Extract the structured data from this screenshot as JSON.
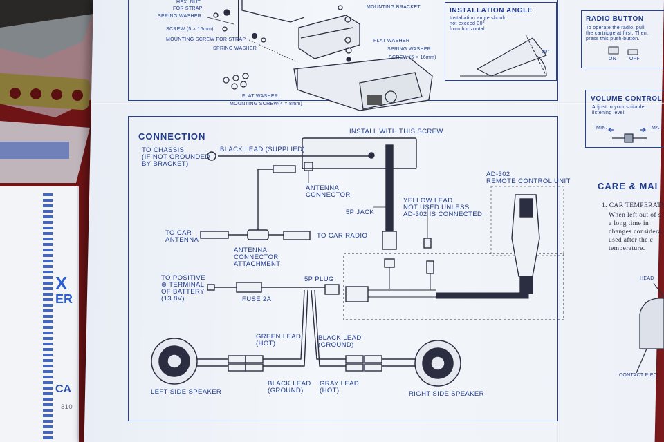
{
  "top_diagram": {
    "hex_nut": "HEX. NUT",
    "for_strap": "FOR STRAP",
    "spring_washer_1": "SPRING WASHER",
    "screw_5x16": "SCREW (5 × 16mm)",
    "mounting_screw_strap": "MOUNTING SCREW FOR STRAP",
    "spring_washer_2": "SPRING WASHER",
    "mounting_bracket": "MOUNTING BRACKET",
    "flat_washer_1": "FLAT WASHER",
    "spring_washer_3": "SPRING WASHER",
    "screw_5x16_2": "SCREW (5 × 16mm)",
    "flat_washer_2": "FLAT WASHER",
    "mounting_screw_4x8": "MOUNTING SCREW(4 × 8mm)"
  },
  "installation_angle": {
    "title": "INSTALLATION ANGLE",
    "text": "Installation angle should\nnot exceed 30°\nfrom horizontal.",
    "angle": "30°"
  },
  "radio_button": {
    "title": "RADIO BUTTON",
    "text": "To operate the radio, pull\nthe cartridge at first. Then,\npress this push-button.",
    "on": "ON",
    "off": "OFF"
  },
  "volume_control": {
    "title": "VOLUME CONTROL",
    "text": "Adjust to your suitable\nlistening level.",
    "min": "MIN.",
    "max": "MA"
  },
  "care": {
    "title": "CARE & MAI",
    "item1": "1. CAR TEMPERATU",
    "item1_text": "When left out of s\na long time in \nchanges considera\nused after the c\ntemperature.",
    "head": "HEAD",
    "contact": "CONTACT PIEC"
  },
  "connection": {
    "title": "CONNECTION",
    "install_screw": "INSTALL WITH THIS SCREW.",
    "to_chassis": "TO CHASSIS\n(IF NOT GROUNDED\nBY BRACKET)",
    "black_lead_supplied": "BLACK LEAD (SUPPLIED)",
    "antenna_connector": "ANTENNA\nCONNECTOR",
    "five_p_jack": "5P JACK",
    "yellow_lead": "YELLOW LEAD\nNOT USED UNLESS\nAD-302 IS CONNECTED.",
    "ad302": "AD-302\nREMOTE CONTROL UNIT",
    "to_car_antenna": "TO CAR\nANTENNA",
    "to_car_radio": "TO CAR RADIO",
    "antenna_attachment": "ANTENNA\nCONNECTOR\nATTACHMENT",
    "to_positive": "TO POSITIVE\n⊕ TERMINAL\nOF BATTERY\n(13.8V)",
    "fuse": "FUSE 2A",
    "five_p_plug": "5P PLUG",
    "green_lead": "GREEN LEAD\n(HOT)",
    "black_lead_ground_top": "BLACK LEAD\n(GROUND)",
    "black_lead_ground_bottom": "BLACK LEAD\n(GROUND)",
    "gray_lead": "GRAY LEAD\n(HOT)",
    "left_speaker": "LEFT SIDE SPEAKER",
    "right_speaker": "RIGHT SIDE SPEAKER"
  },
  "left_document": {
    "brand_fragment_1": "X",
    "brand_fragment_2": "ER",
    "footer_fragment": "CA",
    "code_fragment": "310"
  },
  "colors": {
    "ink": "#1f3b8f",
    "paper": "#eef2f8",
    "cloth": "#7a1a1c"
  }
}
